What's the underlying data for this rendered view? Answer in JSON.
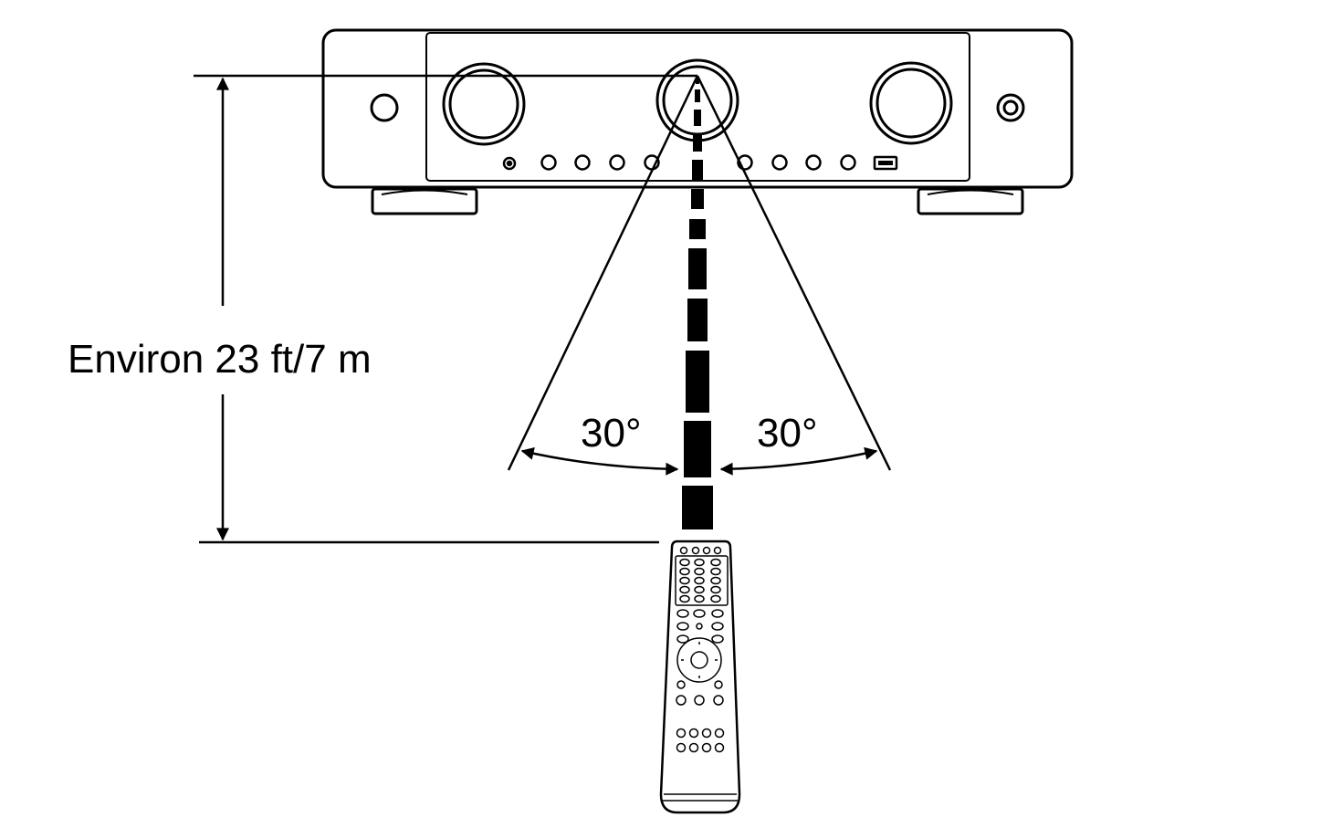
{
  "distance_label": "Environ 23 ft/7 m",
  "angle_left_label": "30°",
  "angle_right_label": "30°",
  "colors": {
    "ink": "#000000",
    "paper": "#ffffff"
  },
  "icons": [
    "amplifier-illustration",
    "remote-control-illustration",
    "ir-beam",
    "dimension-arrow",
    "angle-arc-arrow"
  ]
}
